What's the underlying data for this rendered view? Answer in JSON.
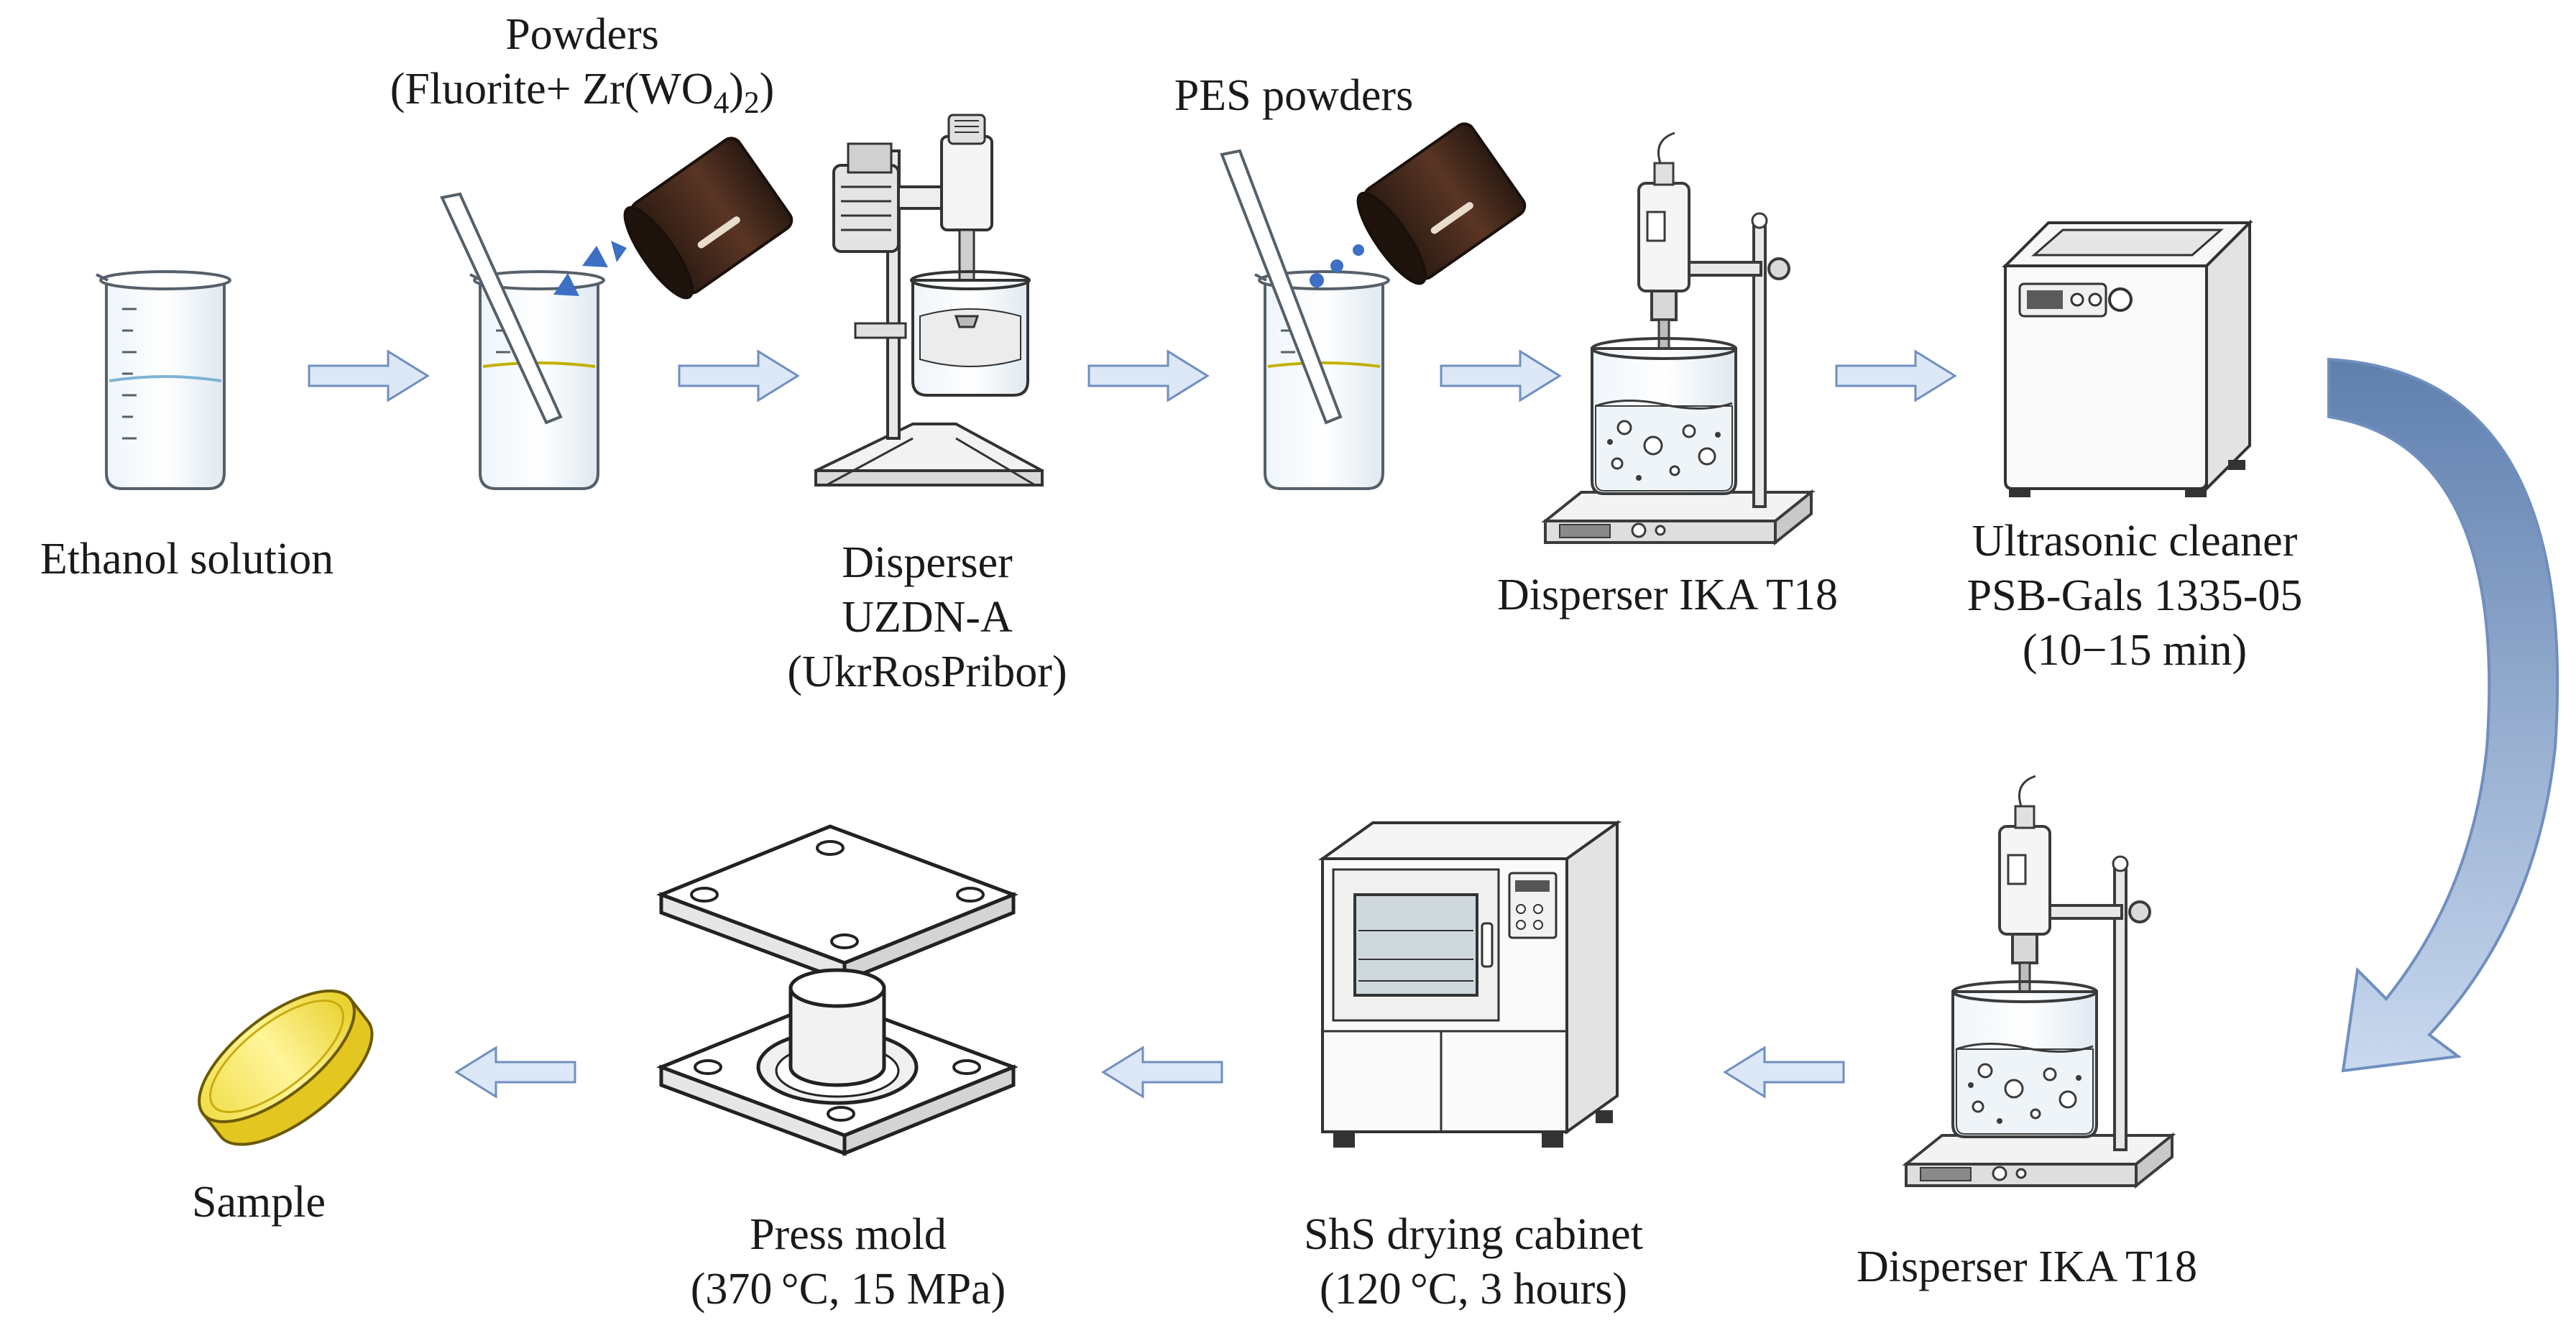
{
  "steps": {
    "ethanol": {
      "label": "Ethanol solution"
    },
    "powders": {
      "line1": "Powders",
      "line2_prefix": "(Fluorite+ Zr(WO",
      "sub1": "4",
      "mid": ")",
      "sub2": "2",
      "tail": ")"
    },
    "disperser_uzdn": {
      "line1": "Disperser",
      "line2": "UZDN-A",
      "line3": "(UkrRosPribor)"
    },
    "pes": {
      "label": "PES powders"
    },
    "disperser_ika_top": {
      "label": "Disperser IKA T18"
    },
    "ultrasonic": {
      "line1": "Ultrasonic cleaner",
      "line2": "PSB-Gals 1335-05",
      "line3": "(10−15 min)"
    },
    "disperser_ika_bottom": {
      "label": "Disperser IKA T18"
    },
    "drying": {
      "line1": "ShS drying cabinet",
      "line2": "(120 °C, 3 hours)"
    },
    "press": {
      "line1": "Press mold",
      "line2": "(370 °C, 15 MPa)"
    },
    "sample": {
      "label": "Sample"
    }
  },
  "colors": {
    "arrow_fill": "#dce8f7",
    "arrow_stroke": "#6f8fbf",
    "curve_arrow": "#8aa6d1",
    "liquid_yellow": "#f2e200",
    "liquid_blue": "#b6dcf0",
    "dark_jar": "#3a2418",
    "particles": "#3d6fc4"
  },
  "icons": [
    "beaker-icon",
    "stir-rod-icon",
    "powder-jar-icon",
    "disperser-icon",
    "hotplate-disperser-icon",
    "ultrasonic-cleaner-icon",
    "drying-cabinet-icon",
    "press-mold-icon",
    "sample-disc-icon",
    "flow-arrow-icon"
  ]
}
